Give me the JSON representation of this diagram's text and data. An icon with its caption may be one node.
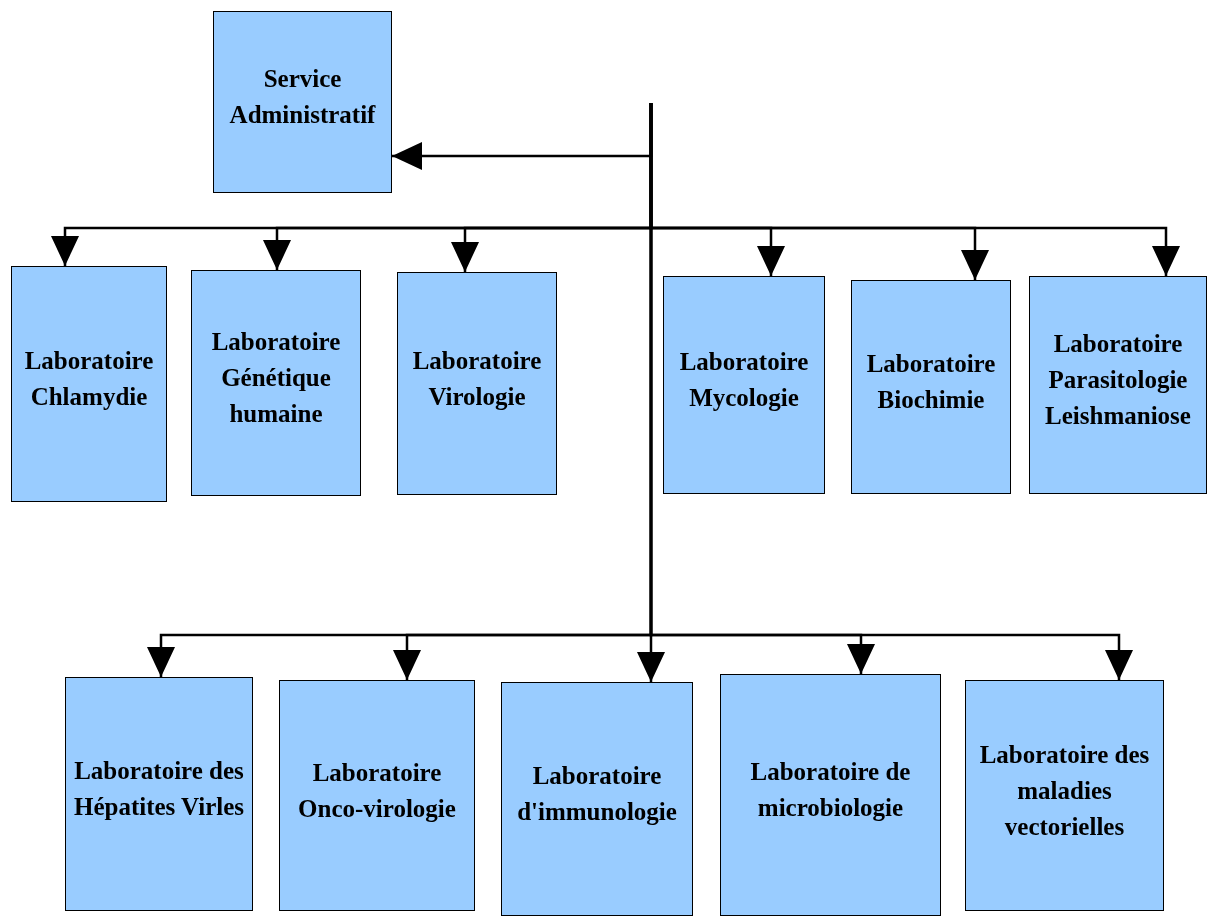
{
  "diagram": {
    "nodes": [
      {
        "text": [
          "Service Administratif"
        ]
      },
      {
        "text": [
          "Laboratoire Chlamydie"
        ]
      },
      {
        "text": [
          "Laboratoire Génétique humaine"
        ]
      },
      {
        "text": [
          "Laboratoire Virologie"
        ]
      },
      {
        "text": [
          "Laboratoire Mycologie"
        ]
      },
      {
        "text": [
          "Laboratoire Biochimie"
        ]
      },
      {
        "text": [
          "Laboratoire Parasitologie Leishmaniose"
        ]
      },
      {
        "text": [
          "Laboratoire des Hépatites Virles"
        ]
      },
      {
        "text": [
          "Laboratoire Onco-virologie"
        ]
      },
      {
        "text": [
          "Laboratoire d'immunologie"
        ]
      },
      {
        "text": [
          "Laboratoire de microbiologie"
        ]
      },
      {
        "text": [
          "Laboratoire des maladies vectorielles"
        ]
      }
    ],
    "edges": [
      {
        "from": null,
        "to": 0,
        "arrow": "to"
      },
      {
        "from": null,
        "to": 1,
        "arrow": "to"
      },
      {
        "from": null,
        "to": 2,
        "arrow": "to"
      },
      {
        "from": null,
        "to": 3,
        "arrow": "to"
      },
      {
        "from": null,
        "to": 4,
        "arrow": "to"
      },
      {
        "from": null,
        "to": 5,
        "arrow": "to"
      },
      {
        "from": null,
        "to": 6,
        "arrow": "to"
      },
      {
        "from": null,
        "to": 7,
        "arrow": "to"
      },
      {
        "from": null,
        "to": 8,
        "arrow": "to"
      },
      {
        "from": null,
        "to": 9,
        "arrow": "to"
      },
      {
        "from": null,
        "to": 10,
        "arrow": "to"
      },
      {
        "from": null,
        "to": 11,
        "arrow": "to"
      }
    ]
  }
}
